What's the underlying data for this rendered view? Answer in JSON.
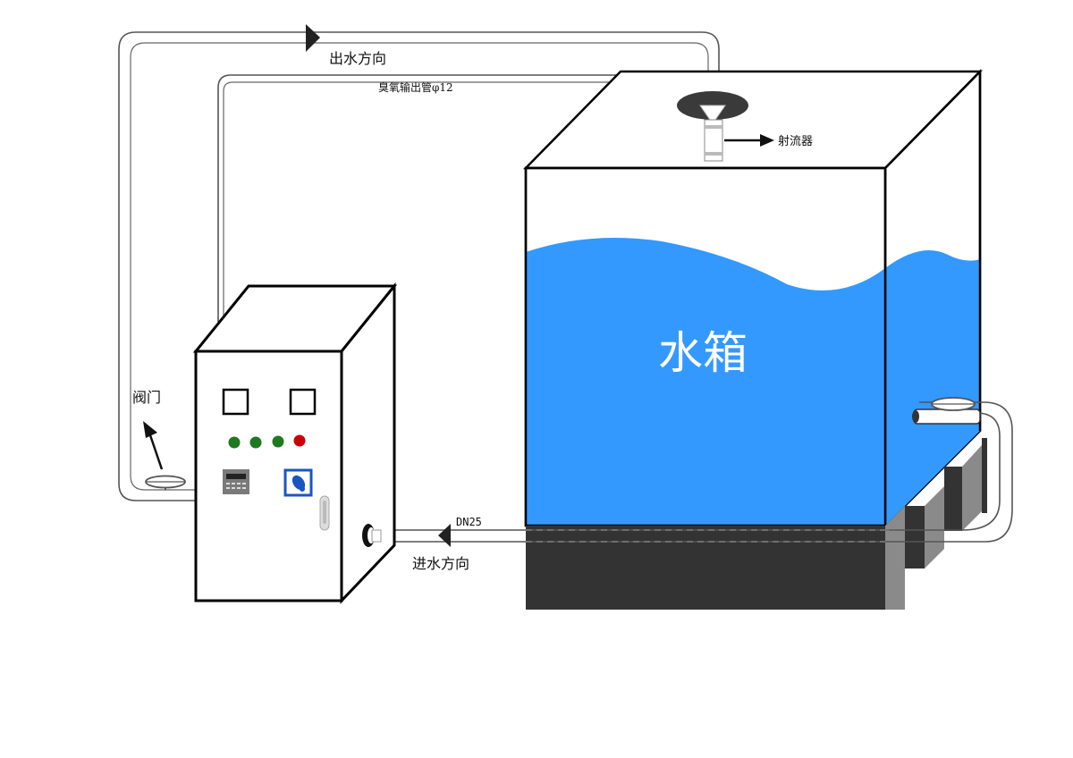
{
  "labels": {
    "outflow_direction": "出水方向",
    "ozone_pipe": "臭氧输出管φ12",
    "ejector": "射流器",
    "valve": "阀门",
    "tank": "水箱",
    "inlet_size": "DN25",
    "inflow_direction": "进水方向"
  },
  "colors": {
    "water": "#3399ff",
    "base": "#333333",
    "outline": "#000000",
    "indicator_green": "#1e7a1e",
    "indicator_red": "#cc0000",
    "switch_blue": "#1a56c0"
  },
  "icons": [
    "valve-handwheel-icon",
    "arrow-icon",
    "indicator-light-icon",
    "meter-display-icon",
    "rotary-switch-icon",
    "door-handle-icon",
    "ejector-icon"
  ]
}
